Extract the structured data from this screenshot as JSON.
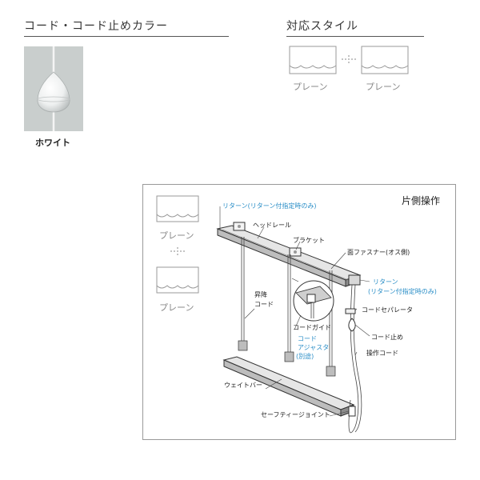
{
  "cord_color_header": "コード・コード止めカラー",
  "style_header": "対応スタイル",
  "swatch_label": "ホワイト",
  "styles": [
    "プレーン",
    "プレーン"
  ],
  "diagram": {
    "title": "片側操作",
    "side_styles": [
      "プレーン",
      "プレーン"
    ],
    "labels": {
      "return_top_a": "リターン(リターン付指定時のみ)",
      "head_rail": "ヘッドレール",
      "bracket": "ブラケット",
      "face_fastener": "面ファスナー(オス側)",
      "return_right_1": "リターン",
      "return_right_2": "(リターン付指定時のみ)",
      "lift_cord_1": "昇降",
      "lift_cord_2": "コード",
      "cord_separator": "コードセパレータ",
      "cord_stopper": "コード止め",
      "cord_guide": "コードガイド",
      "cord_adjuster_1": "コード",
      "cord_adjuster_2": "アジャスタ",
      "cord_adjuster_3": "(別途)",
      "operating_cord": "操作コード",
      "weight_bar": "ウェイトバー",
      "safety_joint": "セーフティージョイント"
    }
  }
}
